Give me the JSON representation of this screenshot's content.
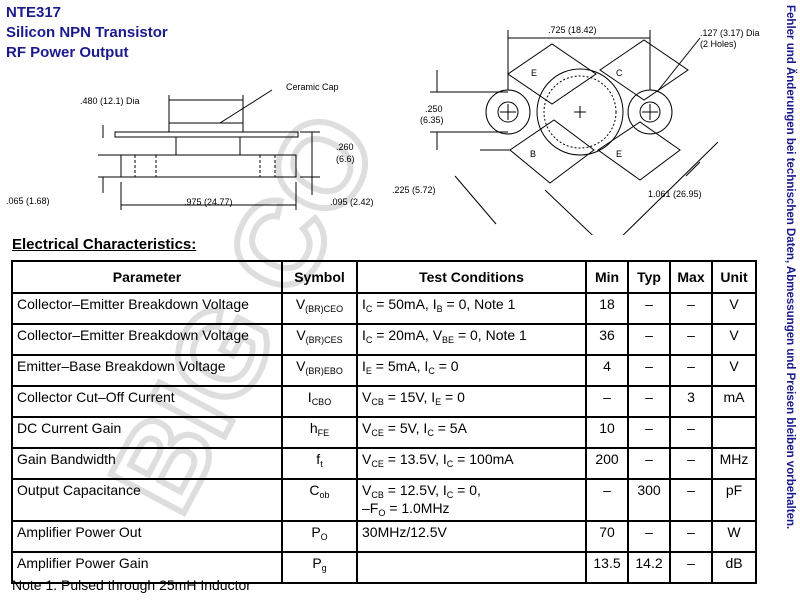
{
  "header": {
    "part_number": "NTE317",
    "line2": "Silicon NPN Transistor",
    "line3": "RF Power Output"
  },
  "side_note": "Fehler und Änderungen bei technischen Daten, Abmessungen und Preisen bleiben vorbehalten.",
  "watermark": "BIG CO",
  "drawing": {
    "dia": ".480 (12.1) Dia",
    "ceramic_cap": "Ceramic Cap",
    "h260": ".260",
    "h260mm": "(6.6)",
    "t065": ".065 (1.68)",
    "l975": ".975 (24.77)",
    "t095": ".095 (2.42)",
    "w725": ".725 (18.42)",
    "hole": ".127 (3.17) Dia",
    "holes": "(2 Holes)",
    "h250": ".250",
    "h250mm": "(6.35)",
    "d225": ".225 (5.72)",
    "d1061": "1.061 (26.95)",
    "pin_e1": "E",
    "pin_c": "C",
    "pin_b": "B",
    "pin_e2": "E"
  },
  "section_title": "Electrical Characteristics:",
  "table": {
    "headers": [
      "Parameter",
      "Symbol",
      "Test Conditions",
      "Min",
      "Typ",
      "Max",
      "Unit"
    ],
    "rows": [
      {
        "param": "Collector–Emitter Breakdown Voltage",
        "sym": "V",
        "sym_sub": "(BR)CEO",
        "cond": "I",
        "cond_full": "I_C = 50mA, I_B = 0, Note 1",
        "min": "18",
        "typ": "–",
        "max": "–",
        "unit": "V"
      },
      {
        "param": "Collector–Emitter Breakdown Voltage",
        "sym": "V",
        "sym_sub": "(BR)CES",
        "cond_full": "I_C = 20mA, V_BE = 0, Note 1",
        "min": "36",
        "typ": "–",
        "max": "–",
        "unit": "V"
      },
      {
        "param": "Emitter–Base Breakdown Voltage",
        "sym": "V",
        "sym_sub": "(BR)EBO",
        "cond_full": "I_E = 5mA, I_C = 0",
        "min": "4",
        "typ": "–",
        "max": "–",
        "unit": "V"
      },
      {
        "param": "Collector Cut–Off Current",
        "sym": "I",
        "sym_sub": "CBO",
        "cond_full": "V_CB = 15V, I_E = 0",
        "min": "–",
        "typ": "–",
        "max": "3",
        "unit": "mA"
      },
      {
        "param": "DC Current Gain",
        "sym": "h",
        "sym_sub": "FE",
        "cond_full": "V_CE = 5V, I_C = 5A",
        "min": "10",
        "typ": "–",
        "max": "–",
        "unit": ""
      },
      {
        "param": "Gain Bandwidth",
        "sym": "f",
        "sym_sub": "t",
        "cond_full": "V_CE = 13.5V, I_C = 100mA",
        "min": "200",
        "typ": "–",
        "max": "–",
        "unit": "MHz"
      },
      {
        "param": "Output Capacitance",
        "sym": "C",
        "sym_sub": "ob",
        "cond_full": "V_CB = 12.5V, I_C = 0,",
        "cond_line2": "–F_O = 1.0MHz",
        "min": "–",
        "typ": "300",
        "max": "–",
        "unit": "pF"
      },
      {
        "param": "Amplifier Power Out",
        "sym": "P",
        "sym_sub": "O",
        "cond_full": "30MHz/12.5V",
        "min": "70",
        "typ": "–",
        "max": "–",
        "unit": "W"
      },
      {
        "param": "Amplifier Power Gain",
        "sym": "P",
        "sym_sub": "g",
        "cond_full": "",
        "min": "13.5",
        "typ": "14.2",
        "max": "–",
        "unit": "dB"
      }
    ]
  },
  "conds": {
    "r0": [
      "I",
      "C",
      " = 50mA, I",
      "B",
      " = 0, Note 1"
    ],
    "r1": [
      "I",
      "C",
      " = 20mA, V",
      "BE",
      " = 0, Note 1"
    ],
    "r2": [
      "I",
      "E",
      " = 5mA, I",
      "C",
      " = 0"
    ],
    "r3": [
      "V",
      "CB",
      " = 15V, I",
      "E",
      " = 0"
    ],
    "r4": [
      "V",
      "CE",
      " = 5V, I",
      "C",
      " = 5A"
    ],
    "r5": [
      "V",
      "CE",
      " = 13.5V, I",
      "C",
      " = 100mA"
    ],
    "r6a": [
      "V",
      "CB",
      " = 12.5V, I",
      "C",
      " = 0,"
    ],
    "r6b": [
      "–F",
      "O",
      " = 1.0MHz"
    ],
    "r7": "30MHz/12.5V"
  },
  "note": "Note   1. Pulsed through 25mH Inductor"
}
